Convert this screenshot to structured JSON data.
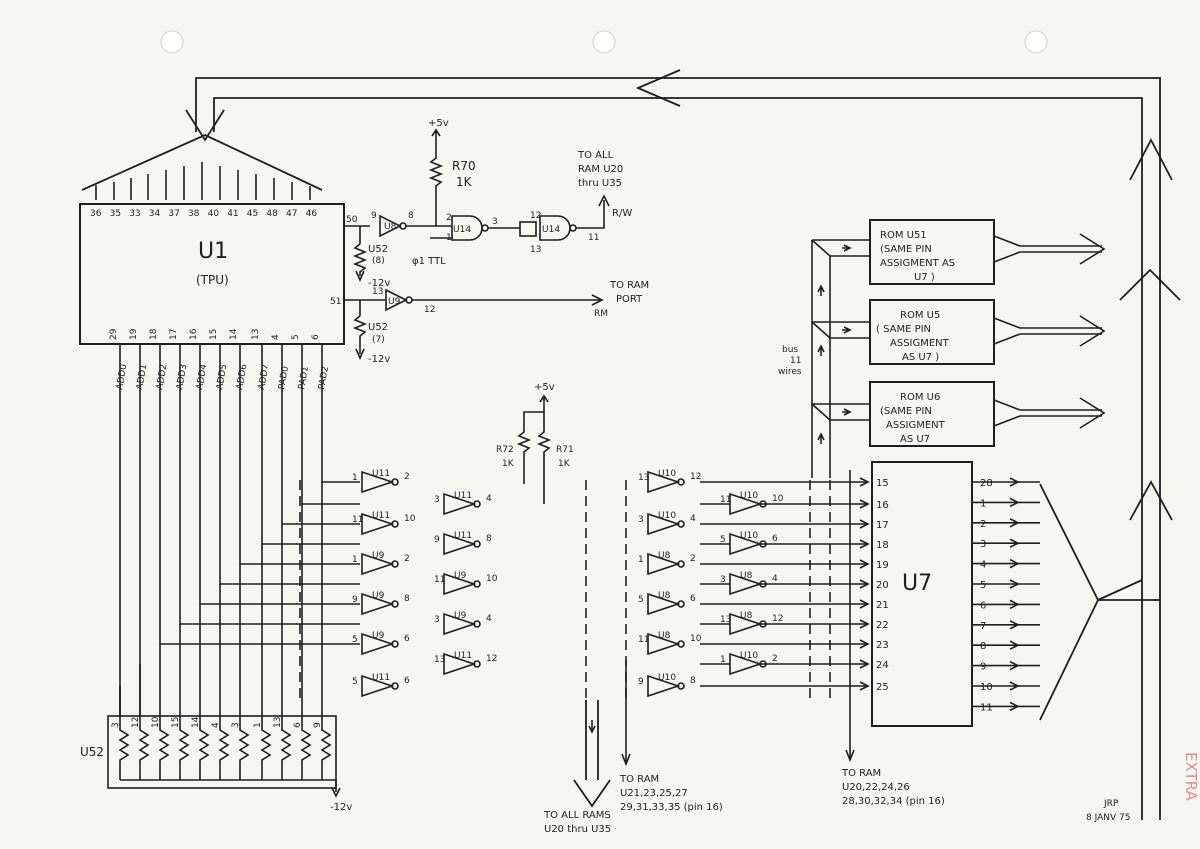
{
  "chips": {
    "u1": {
      "name": "U1",
      "sub": "(TPU)",
      "top_pins": [
        "36",
        "35",
        "33",
        "34",
        "37",
        "38",
        "40",
        "41",
        "45",
        "48",
        "47",
        "46"
      ],
      "bottom_pins": [
        "29",
        "19",
        "18",
        "17",
        "16",
        "15",
        "14",
        "13",
        "4",
        "5",
        "6"
      ],
      "right_pins": [
        "50",
        "51"
      ],
      "bottom_signals": [
        "ADD0",
        "ADD1",
        "ADD2",
        "ADD3",
        "ADD4",
        "ADD5",
        "ADD6",
        "ADD7",
        "PAD0",
        "PAD1",
        "PAD2"
      ]
    },
    "u7": {
      "name": "U7",
      "left_pins": [
        "15",
        "16",
        "17",
        "18",
        "19",
        "20",
        "21",
        "22",
        "23",
        "24",
        "25"
      ],
      "right_pins": [
        "28",
        "1",
        "2",
        "3",
        "4",
        "5",
        "6",
        "7",
        "8",
        "9",
        "10",
        "11"
      ]
    },
    "rom_u51": [
      "ROM U51",
      "(SAME PIN",
      "ASSIGMENT AS",
      "U7 )"
    ],
    "rom_u5": [
      "ROM U5",
      "( SAME PIN",
      "ASSIGMENT",
      "AS U7 )"
    ],
    "rom_u6": [
      "ROM U6",
      "(SAME PIN",
      "ASSIGMENT",
      "AS U7"
    ]
  },
  "power": {
    "plus5_top": "+5v",
    "plus5_mid": "+5v",
    "minus12_a": "-12v",
    "minus12_b": "-12v",
    "minus12_c": "-12v"
  },
  "resistors": {
    "r70": "R70",
    "r70_val": "1K",
    "r72": "R72",
    "r72_val": "1K",
    "r71": "R71",
    "r71_val": "1K",
    "u52_8": "U52",
    "u52_8_sub": "(8)",
    "u52_7": "U52",
    "u52_7_sub": "(7)",
    "u52_pack": "U52",
    "u52_pins": [
      "3",
      "12",
      "10",
      "15",
      "14",
      "4",
      "3",
      "1",
      "13",
      "6",
      "9"
    ]
  },
  "top_logic": {
    "u8_label": "U8",
    "u8_in": "9",
    "u8_out": "8",
    "u14a": "U14",
    "u14a_pins": [
      "2",
      "1",
      "3"
    ],
    "u14b": "U14",
    "u14b_pins": [
      "12",
      "13",
      "11"
    ],
    "u9_label": "U9",
    "u9_in": "13",
    "u9_out": "12",
    "phi": "φ1 TTL",
    "rw": "R/W",
    "to_ram_top": [
      "TO ALL",
      "RAM U20",
      "thru U35"
    ],
    "to_ram_port": [
      "TO RAM",
      "PORT"
    ],
    "rm": "RM"
  },
  "inverters": {
    "col1": [
      {
        "u": "U11",
        "in": "1",
        "out": "2"
      },
      {
        "u": "U11",
        "in": "11",
        "out": "10"
      },
      {
        "u": "U9",
        "in": "1",
        "out": "2"
      },
      {
        "u": "U9",
        "in": "9",
        "out": "8"
      },
      {
        "u": "U9",
        "in": "5",
        "out": "6"
      },
      {
        "u": "U11",
        "in": "5",
        "out": "6"
      }
    ],
    "col2": [
      {
        "u": "U11",
        "in": "3",
        "out": "4"
      },
      {
        "u": "U11",
        "in": "9",
        "out": "8"
      },
      {
        "u": "U9",
        "in": "11",
        "out": "10"
      },
      {
        "u": "U9",
        "in": "3",
        "out": "4"
      },
      {
        "u": "U11",
        "in": "13",
        "out": "12"
      }
    ],
    "col3": [
      {
        "u": "U10",
        "in": "13",
        "out": "12"
      },
      {
        "u": "U10",
        "in": "3",
        "out": "4"
      },
      {
        "u": "U8",
        "in": "1",
        "out": "2"
      },
      {
        "u": "U8",
        "in": "5",
        "out": "6"
      },
      {
        "u": "U8",
        "in": "11",
        "out": "10"
      },
      {
        "u": "U10",
        "in": "9",
        "out": "8"
      }
    ],
    "col4": [
      {
        "u": "U10",
        "in": "11",
        "out": "10"
      },
      {
        "u": "U10",
        "in": "5",
        "out": "6"
      },
      {
        "u": "U8",
        "in": "3",
        "out": "4"
      },
      {
        "u": "U8",
        "in": "13",
        "out": "12"
      },
      {
        "u": "U10",
        "in": "1",
        "out": "2"
      }
    ]
  },
  "notes": {
    "bus": [
      "bus",
      "11",
      "wires"
    ],
    "to_all_ram": [
      "TO ALL RAMS",
      "U20 thru U35"
    ],
    "to_ram_odd": [
      "TO RAM",
      "U21,23,25,27",
      "29,31,33,35 (pin 16)"
    ],
    "to_ram_even": [
      "TO RAM",
      "U20,22,24,26",
      "28,30,32,34 (pin 16)"
    ],
    "signature": [
      "JRP",
      "8 JANV 75"
    ],
    "stamp": "EXTRA"
  }
}
